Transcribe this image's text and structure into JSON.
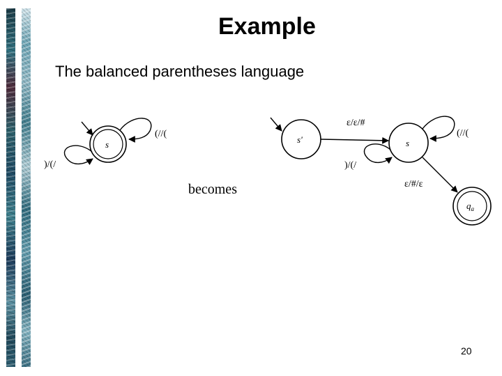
{
  "slide": {
    "title": "Example",
    "subtitle": "The balanced parentheses language",
    "page_number": "20"
  },
  "diagram_left": {
    "state_s": "s",
    "loop_top_label": "(//(",
    "loop_left_label": ")/(/"
  },
  "connector": {
    "becomes": "becomes"
  },
  "diagram_right": {
    "state_s_prime": "s'",
    "state_s": "s",
    "state_q_main": "q",
    "state_q_sub": "a",
    "edge_s_prime_to_s": "ε/ε/#",
    "loop_top_label": "(//(",
    "loop_left_label": ")/(/",
    "edge_s_to_q": "ε/#/ε"
  }
}
